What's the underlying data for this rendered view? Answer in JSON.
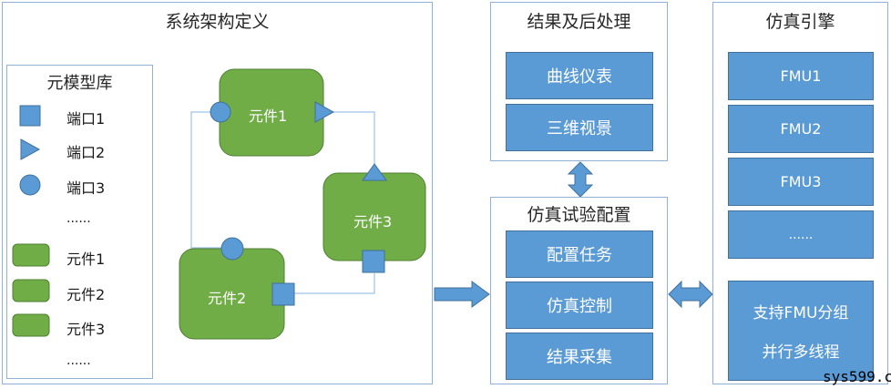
{
  "system_panel": {
    "title": "系统架构定义",
    "library": {
      "title": "元模型库",
      "ports": [
        {
          "label": "端口1",
          "icon": "square-port-icon"
        },
        {
          "label": "端口2",
          "icon": "triangle-port-icon"
        },
        {
          "label": "端口3",
          "icon": "circle-port-icon"
        }
      ],
      "ports_more": "......",
      "components": [
        "元件1",
        "元件2",
        "元件3"
      ],
      "components_more": "......"
    },
    "components": {
      "c1": "元件1",
      "c2": "元件2",
      "c3": "元件3"
    }
  },
  "post_panel": {
    "title": "结果及后处理",
    "items": [
      "曲线仪表",
      "三维视景"
    ]
  },
  "experiment_panel": {
    "title": "仿真试验配置",
    "items": [
      "配置任务",
      "仿真控制",
      "结果采集"
    ]
  },
  "engine_panel": {
    "title": "仿真引擎",
    "items": [
      "FMU1",
      "FMU2",
      "FMU3",
      "......"
    ],
    "support_line1": "支持FMU分组",
    "support_line2": "并行多线程"
  },
  "watermark": "sys599.c",
  "colors": {
    "blue_fill": "#5b9bd5",
    "blue_border": "#41719c",
    "green_fill": "#70ad47",
    "green_border": "#507e32",
    "panel_border": "#8fb2d6",
    "connector": "#9dc3e6"
  }
}
